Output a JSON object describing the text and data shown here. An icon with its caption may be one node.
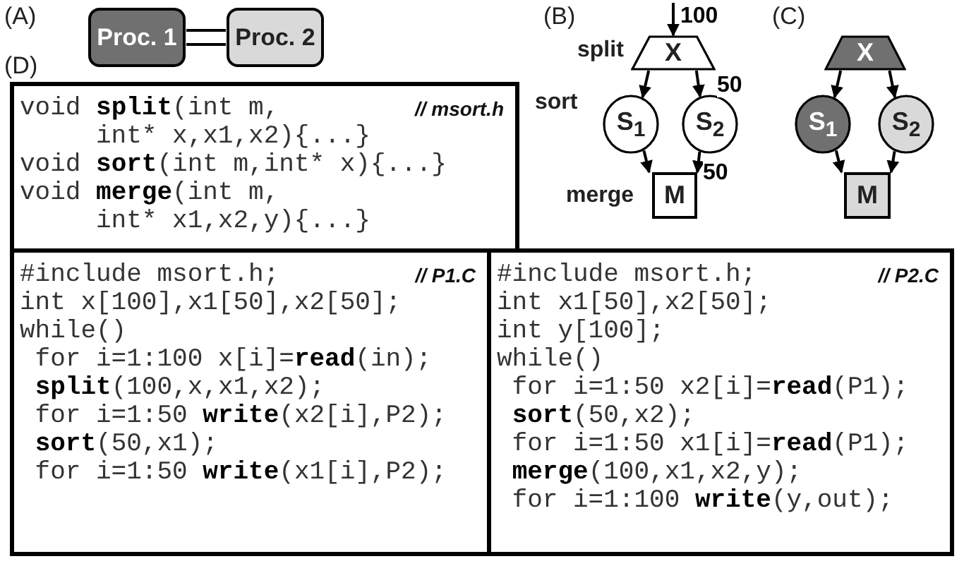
{
  "diagram": {
    "nodes": [
      {
        "text": [
          "Proc. 1"
        ]
      },
      {
        "text": [
          "Proc. 2"
        ]
      },
      {
        "text": [
          "X"
        ],
        "beside": [
          "split"
        ]
      },
      {
        "text": [
          "S$_{1}$"
        ],
        "beside": [
          "sort"
        ]
      },
      {
        "text": [
          "S$_{2}$"
        ]
      },
      {
        "text": [
          "M"
        ],
        "beside": [
          "merge"
        ]
      },
      {
        "text": [
          "X"
        ]
      },
      {
        "text": [
          "S$_{1}$"
        ]
      },
      {
        "text": [
          "S$_{2}$"
        ]
      },
      {
        "text": [
          "M"
        ]
      },
      {
        "text": [
          "void **split**(int m,",
          "// msort.h",
          "     int* x,x1,x2){...}",
          "void **sort**(int m,int* x){...}",
          "void **merge**(int m,",
          "     int* x1,x2,y){...}"
        ]
      },
      {
        "text": [
          "#include msort.h;",
          "// P1.C",
          "int x[100],x1[50],x2[50];",
          "while()",
          " for i=1:100 x[i]=**read**(in);",
          " **split**(100,x,x1,x2);",
          " for i=1:50 **write**(x2[i],P2);",
          " **sort**(50,x1);",
          " for i=1:50 **write**(x1[i],P2);"
        ]
      },
      {
        "text": [
          "#include msort.h;",
          "// P2.C",
          "int x1[50],x2[50];",
          "int y[100];",
          "while()",
          " for i=1:50 x2[i]=**read**(P1);",
          " **sort**(50,x2);",
          " for i=1:50 x1[i]=**read**(P1);",
          " **merge**(100,x1,x2,y);",
          " for i=1:100 **write**(y,out);"
        ]
      }
    ],
    "edges": [
      {
        "from": 0,
        "to": 1,
        "arrow": "none"
      },
      {
        "from": null,
        "to": 2,
        "arrow": "to",
        "label": "100"
      },
      {
        "from": 2,
        "to": 3,
        "arrow": "to"
      },
      {
        "from": 2,
        "to": 4,
        "arrow": "to",
        "label": "50"
      },
      {
        "from": 3,
        "to": 5,
        "arrow": "to"
      },
      {
        "from": 4,
        "to": 5,
        "arrow": "to",
        "label": "50"
      },
      {
        "from": 6,
        "to": 7,
        "arrow": "to"
      },
      {
        "from": 6,
        "to": 8,
        "arrow": "to"
      },
      {
        "from": 7,
        "to": 9,
        "arrow": "to"
      },
      {
        "from": 8,
        "to": 9,
        "arrow": "to"
      }
    ],
    "labels": [
      "(A)",
      "(B)",
      "(C)",
      "(D)"
    ]
  }
}
